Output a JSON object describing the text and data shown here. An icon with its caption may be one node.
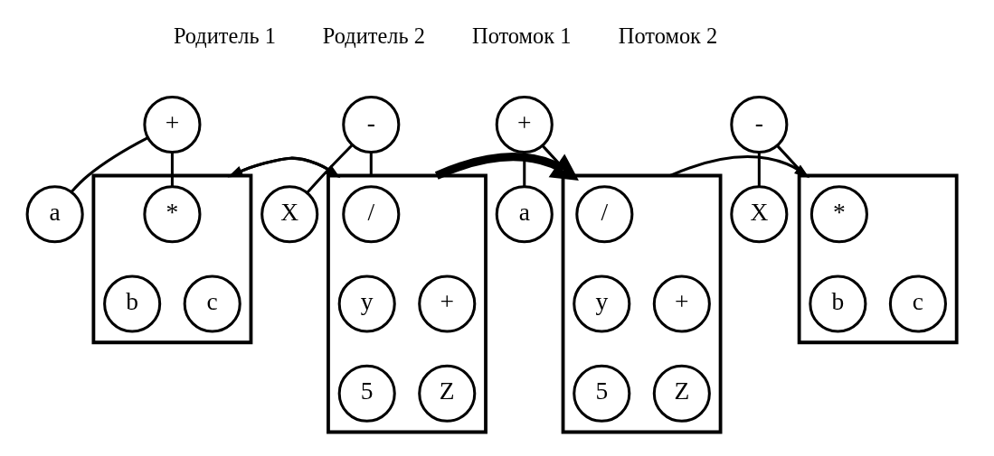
{
  "diagram": {
    "nodes": [
      {
        "text": [
          "+"
        ]
      },
      {
        "text": [
          "a"
        ]
      },
      {
        "text": [],
        "shape": "box"
      },
      {
        "text": [
          "*"
        ],
        "in": 2
      },
      {
        "text": [
          "b"
        ],
        "in": 2
      },
      {
        "text": [
          "c"
        ],
        "in": 2
      },
      {
        "text": [
          "-"
        ]
      },
      {
        "text": [
          "X"
        ]
      },
      {
        "text": [],
        "shape": "box"
      },
      {
        "text": [
          "/"
        ],
        "in": 8
      },
      {
        "text": [
          "y"
        ],
        "in": 8
      },
      {
        "text": [
          "+"
        ],
        "in": 8
      },
      {
        "text": [
          "5"
        ],
        "in": 8
      },
      {
        "text": [
          "Z"
        ],
        "in": 8
      },
      {
        "text": [
          "+"
        ]
      },
      {
        "text": [
          "a"
        ]
      },
      {
        "text": [],
        "shape": "box"
      },
      {
        "text": [
          "/"
        ],
        "in": 16
      },
      {
        "text": [
          "y"
        ],
        "in": 16
      },
      {
        "text": [
          "+"
        ],
        "in": 16
      },
      {
        "text": [
          "5"
        ],
        "in": 16
      },
      {
        "text": [
          "Z"
        ],
        "in": 16
      },
      {
        "text": [
          "-"
        ]
      },
      {
        "text": [
          "X"
        ]
      },
      {
        "text": [],
        "shape": "box"
      },
      {
        "text": [
          "*"
        ],
        "in": 24
      },
      {
        "text": [
          "b"
        ],
        "in": 24
      },
      {
        "text": [
          "c"
        ],
        "in": 24
      }
    ],
    "edges": [
      {
        "from": 0,
        "to": 1,
        "arrow": "none"
      },
      {
        "from": 0,
        "to": 3,
        "arrow": "none"
      },
      {
        "from": 6,
        "to": 8,
        "arrow": "none"
      },
      {
        "from": 6,
        "to": 7,
        "arrow": "none"
      },
      {
        "from": 2,
        "to": 8,
        "arrow": "to"
      },
      {
        "from": 8,
        "to": 2,
        "arrow": "to"
      },
      {
        "from": 8,
        "to": 16,
        "arrow": "to",
        "style": "thick"
      },
      {
        "from": 14,
        "to": 15,
        "arrow": "none"
      },
      {
        "from": 14,
        "to": 16,
        "arrow": "none"
      },
      {
        "from": 16,
        "to": 24,
        "arrow": "to"
      },
      {
        "from": 22,
        "to": 24,
        "arrow": "none"
      },
      {
        "from": 22,
        "to": 23,
        "arrow": "none"
      }
    ],
    "labels": [
      "Родитель 1",
      "Родитель 2",
      "Потомок 1",
      "Потомок 2"
    ]
  }
}
